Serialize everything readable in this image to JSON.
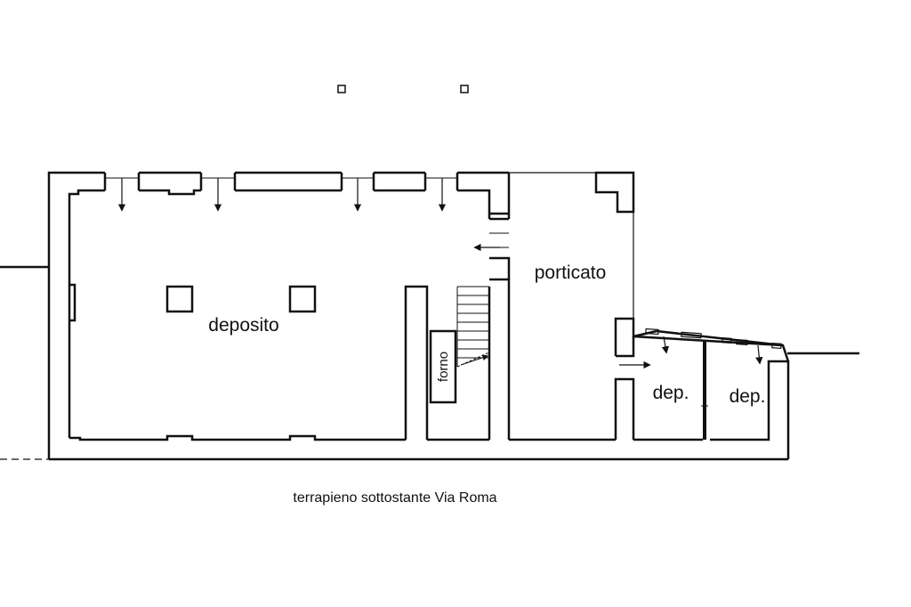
{
  "labels": {
    "deposito": "deposito",
    "porticato": "porticato",
    "forno": "forno",
    "dep_left": "dep.",
    "dep_right": "dep.",
    "caption": "terrapieno sottostante Via Roma"
  },
  "colors": {
    "wall": "#000000",
    "line": "#222222",
    "background": "#ffffff"
  }
}
